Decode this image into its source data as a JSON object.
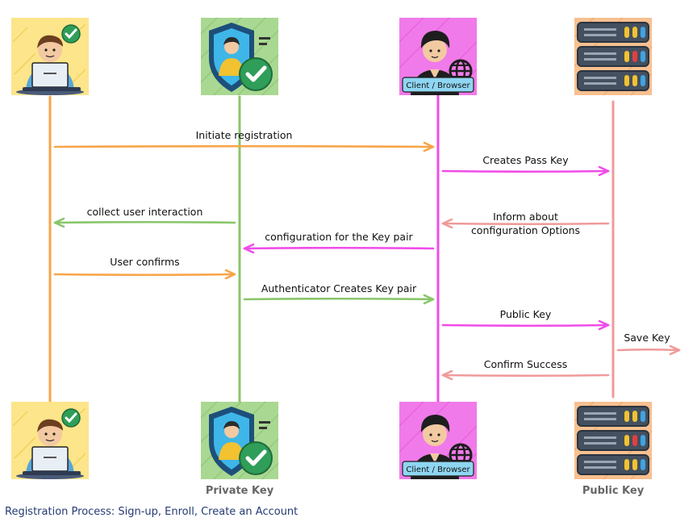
{
  "actors": [
    {
      "id": "user",
      "label": "",
      "icon": "user-laptop-icon",
      "color": "#f7a54a"
    },
    {
      "id": "authenticator",
      "label": "Private Key",
      "icon": "shield-user-icon",
      "color": "#88c66a"
    },
    {
      "id": "client",
      "label": "",
      "tag": "Client  / Browser",
      "icon": "client-globe-icon",
      "color": "#f04ce8"
    },
    {
      "id": "server",
      "label": "Public Key",
      "icon": "server-rack-icon",
      "color": "#f09a9a"
    }
  ],
  "messages": [
    {
      "text": "Initiate registration",
      "from": "user",
      "to": "client",
      "color": "#f7a54a"
    },
    {
      "text": "Creates Pass Key",
      "from": "client",
      "to": "server",
      "color": "#f04ce8"
    },
    {
      "text": "collect user interaction",
      "from": "authenticator",
      "to": "user",
      "color": "#88c66a"
    },
    {
      "text": "Inform about",
      "text2": "configuration Options",
      "from": "server",
      "to": "client",
      "color": "#f09a9a"
    },
    {
      "text": "configuration for the Key pair",
      "from": "client",
      "to": "authenticator",
      "color": "#f04ce8"
    },
    {
      "text": "User confirms",
      "from": "user",
      "to": "authenticator",
      "color": "#f7a54a"
    },
    {
      "text": "Authenticator Creates Key pair",
      "from": "authenticator",
      "to": "client",
      "color": "#88c66a"
    },
    {
      "text": "Public Key",
      "from": "client",
      "to": "server",
      "color": "#f04ce8"
    },
    {
      "text": "Save Key",
      "from": "server",
      "to": "external",
      "color": "#f09a9a"
    },
    {
      "text": "Confirm Success",
      "from": "server",
      "to": "client",
      "color": "#f09a9a"
    }
  ],
  "caption": "Registration Process: Sign-up, Enroll, Create an Account"
}
